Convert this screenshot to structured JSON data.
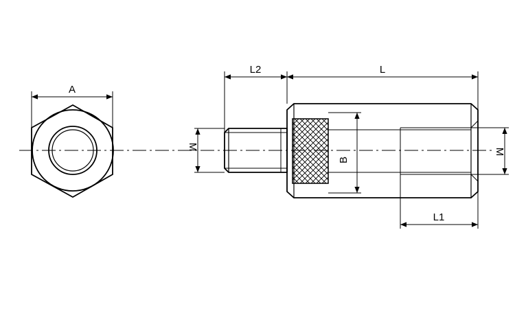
{
  "dimensions": {
    "a": "A",
    "l2": "L2",
    "l": "L",
    "m_left": "M",
    "b": "B",
    "m_right": "M",
    "l1": "L1"
  },
  "colors": {
    "line": "#000000",
    "background": "#ffffff"
  }
}
